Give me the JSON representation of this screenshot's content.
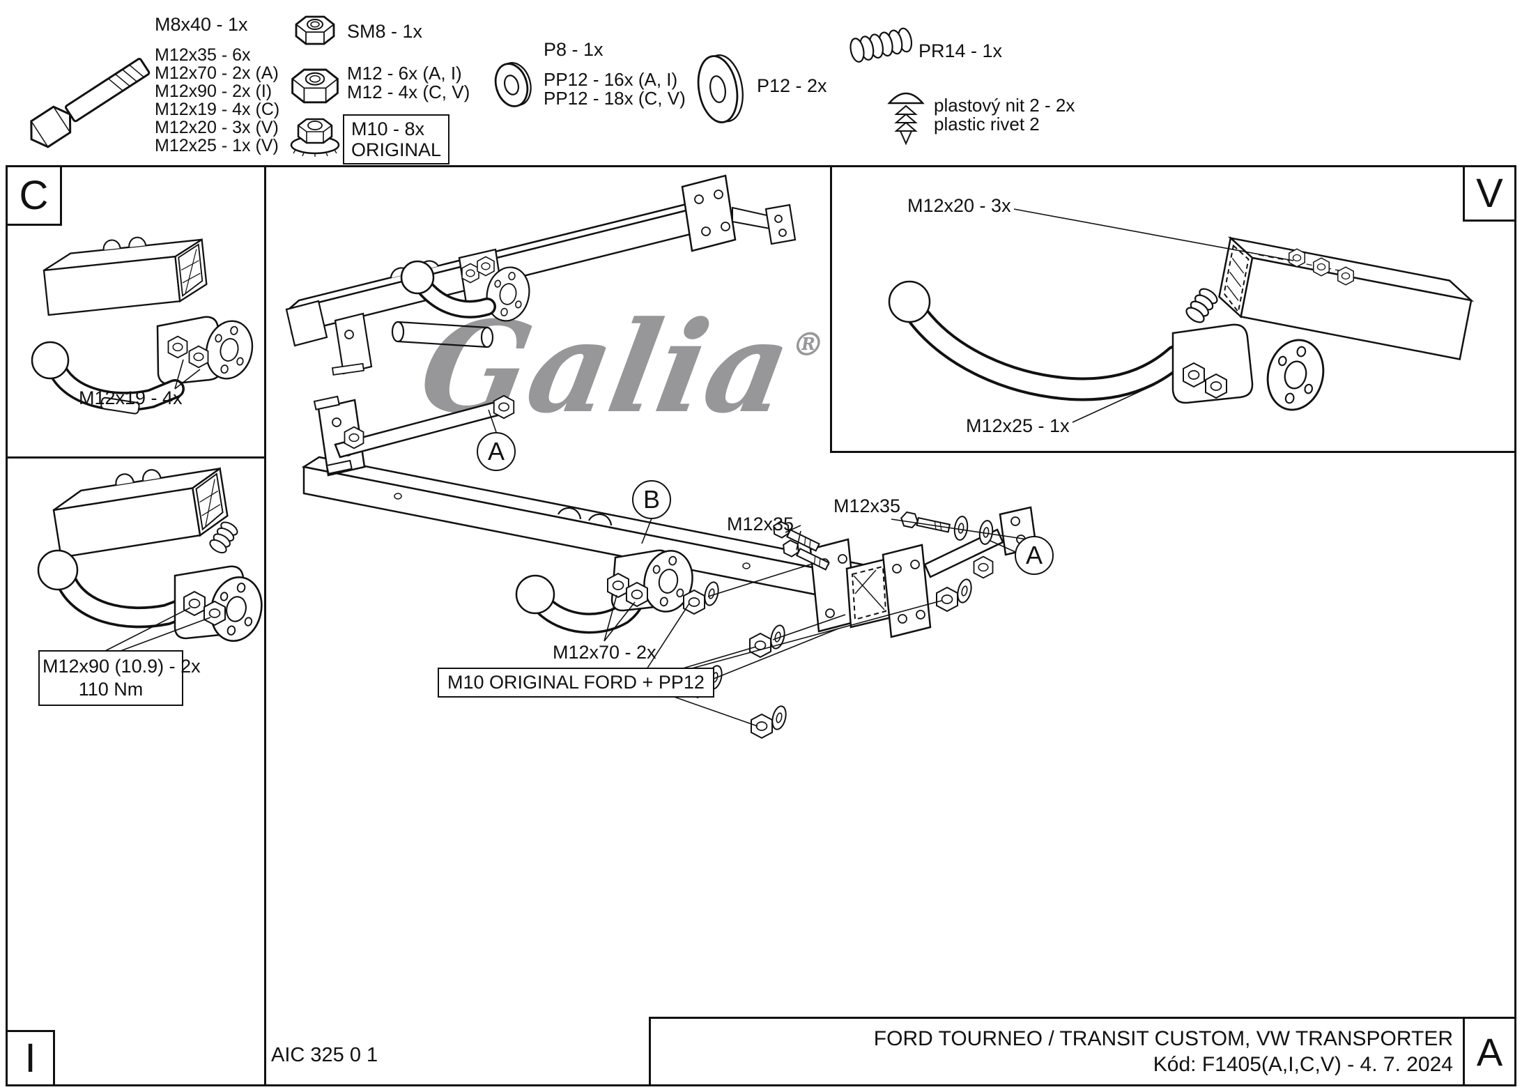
{
  "parts": {
    "m8x40": "M8x40 - 1x",
    "bolt_list": [
      "M12x35 - 6x",
      "M12x70 - 2x (A)",
      "M12x90 - 2x (I)",
      "M12x19 - 4x (C)",
      "M12x20 - 3x (V)",
      "M12x25 - 1x (V)"
    ],
    "sm8": "SM8 - 1x",
    "m12_ai": "M12 - 6x (A, I)",
    "m12_cv": "M12 - 4x (C, V)",
    "m10_line1": "M10 - 8x",
    "m10_line2": "ORIGINAL",
    "p8": "P8 - 1x",
    "pp12_ai": "PP12 - 16x (A, I)",
    "pp12_cv": "PP12 - 18x (C, V)",
    "p12": "P12 - 2x",
    "pr14": "PR14 - 1x",
    "rivet_cz": "plastový nit 2 - 2x",
    "rivet_en": "plastic rivet 2"
  },
  "panels": {
    "c_letter": "C",
    "c_label": "M12x19 - 4x",
    "i_letter": "I",
    "i_box_line1": "M12x90 (10.9) - 2x",
    "i_box_line2": "110 Nm",
    "v_letter": "V",
    "v_label_top": "M12x20 - 3x",
    "v_label_bottom": "M12x25 - 1x",
    "a_letter": "A"
  },
  "callouts": {
    "a1": "A",
    "b": "B",
    "a2": "A",
    "m12x35_left": "M12x35",
    "m12x35_right": "M12x35",
    "m12x70": "M12x70 - 2x",
    "m10_box": "M10 ORIGINAL FORD + PP12"
  },
  "watermark": {
    "name": "Galia",
    "reg": "®"
  },
  "footer": {
    "doc_code": "AIC 325 0 1",
    "vehicle": "FORD TOURNEO / TRANSIT CUSTOM, VW TRANSPORTER",
    "kod": "Kód: F1405(A,I,C,V) - 4. 7. 2024"
  }
}
